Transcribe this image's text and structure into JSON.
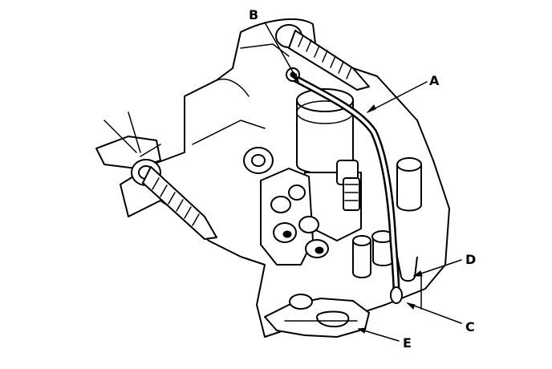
{
  "diagram": {
    "callouts": {
      "a": "A",
      "b": "B",
      "c": "C",
      "d": "D",
      "e": "E"
    }
  }
}
